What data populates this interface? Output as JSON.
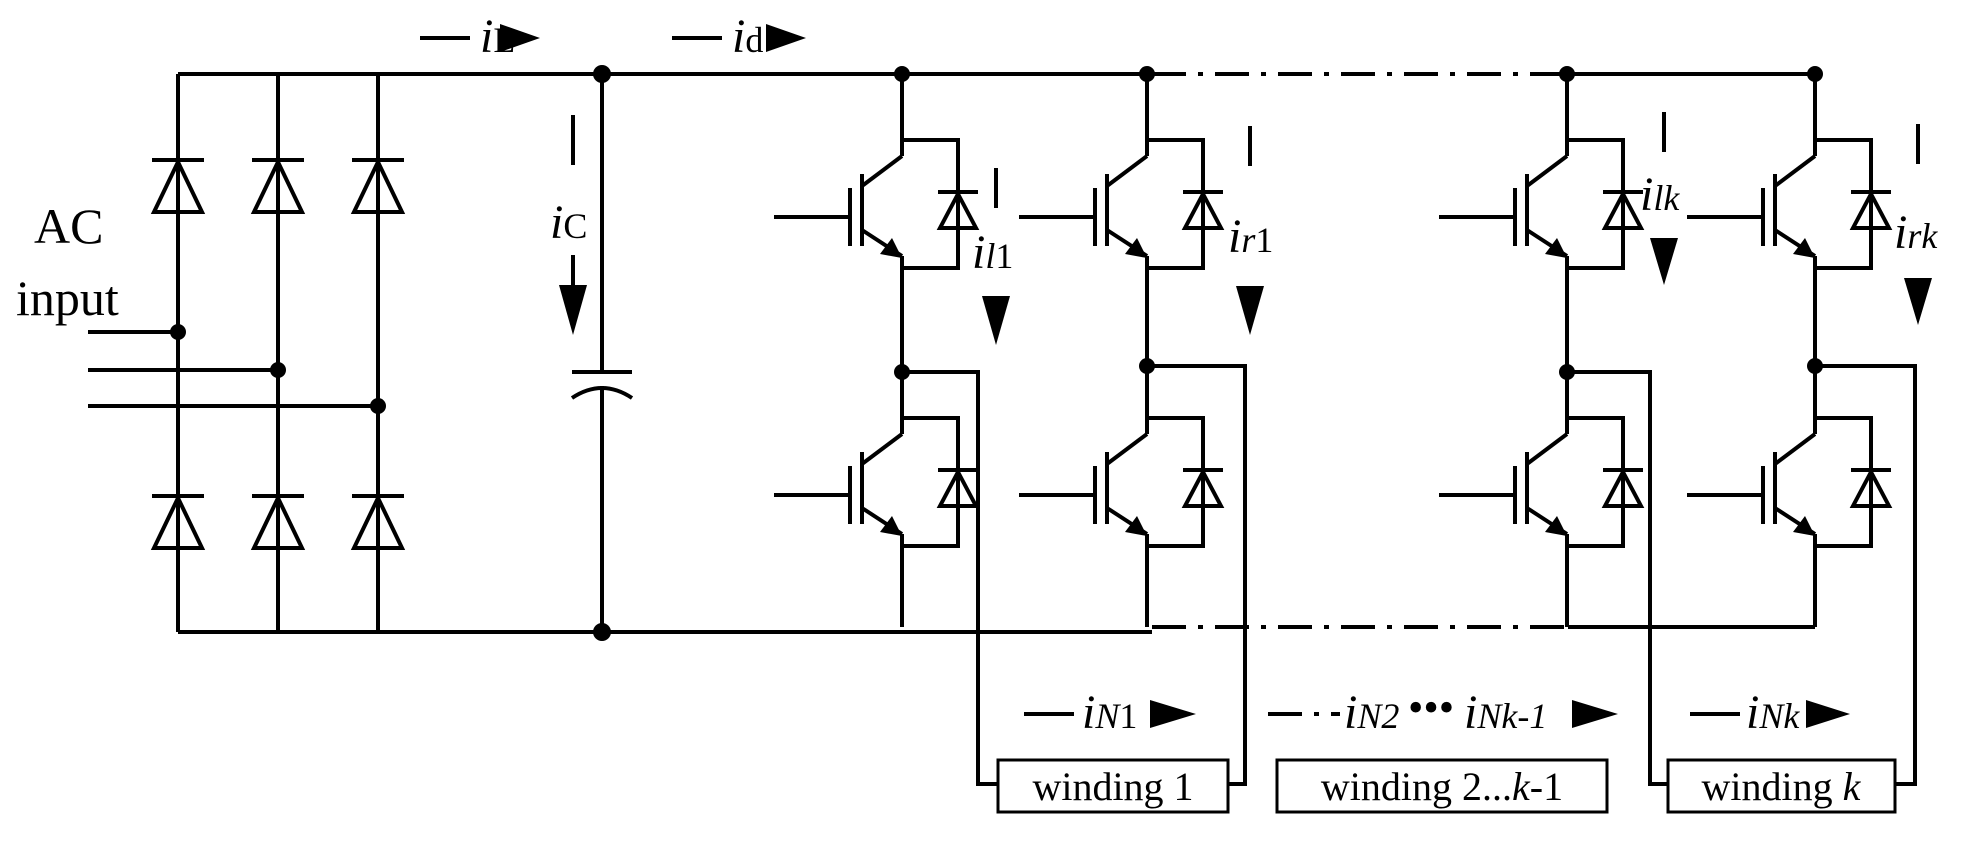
{
  "input": {
    "line1": "AC",
    "line2": "input"
  },
  "currents": {
    "iL": {
      "main": "i",
      "sub": "L"
    },
    "id": {
      "main": "i",
      "sub": "d"
    },
    "iC": {
      "main": "i",
      "sub": "C"
    },
    "il1": {
      "main": "i",
      "subi": "l",
      "sub": "1"
    },
    "ir1": {
      "main": "i",
      "subi": "r",
      "sub": "1"
    },
    "ilk": {
      "main": "i",
      "subi": "lk",
      "sub": ""
    },
    "irk": {
      "main": "i",
      "subi": "rk",
      "sub": ""
    },
    "iN1": {
      "main": "i",
      "subi": "N",
      "sub": "1"
    },
    "iN2": {
      "main": "i",
      "subi": "N2",
      "sub": ""
    },
    "dots": "•••",
    "iNk1": {
      "main": "i",
      "subi": "Nk-1",
      "sub": ""
    },
    "iNk": {
      "main": "i",
      "subi": "Nk",
      "sub": ""
    }
  },
  "windings": {
    "w1": {
      "text": "winding 1"
    },
    "w2": {
      "text": "winding 2...",
      "italic": "k",
      "tail": "-1"
    },
    "wk": {
      "text": "winding ",
      "italic": "k"
    }
  }
}
